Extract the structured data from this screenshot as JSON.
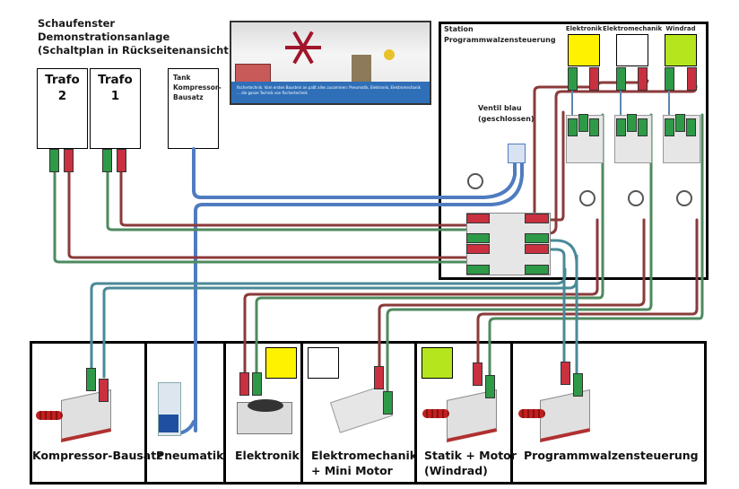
{
  "title": {
    "line1": "Schaufenster Demonstrationsanlage",
    "line2": "(Schaltplan in Rückseitenansicht)"
  },
  "power_supplies": [
    {
      "label": "Trafo",
      "number": "2"
    },
    {
      "label": "Trafo",
      "number": "1"
    }
  ],
  "tank": {
    "line1": "Tank",
    "line2": "Kompressor-",
    "line3": "Bausatz"
  },
  "photo": {
    "banner_text": "fischertechnik. Vom ersten Baustein an paßt alles zusammen: Pneumatik, Elektronik, Elektromechanik ... die ganze Technik von fischertechnik"
  },
  "station": {
    "title_line1": "Station",
    "title_line2": "Programmwalzensteuerung",
    "valve_label_line1": "Ventil blau",
    "valve_label_line2": "(geschlossen)",
    "switches": [
      {
        "label": "Elektronik",
        "color": "#fff200"
      },
      {
        "label": "Elektromechanik",
        "color": "#ffffff"
      },
      {
        "label": "Windrad",
        "color": "#b5e61d"
      }
    ]
  },
  "modules": [
    {
      "label_line1": "Kompressor-Bausatz",
      "label_line2": "",
      "color": null
    },
    {
      "label_line1": "Pneumatik",
      "label_line2": "",
      "color": null
    },
    {
      "label_line1": "Elektronik",
      "label_line2": "",
      "color": "#fff200"
    },
    {
      "label_line1": "Elektromechanik",
      "label_line2": "+ Mini Motor",
      "color": "#ffffff"
    },
    {
      "label_line1": "Statik + Motor",
      "label_line2": "(Windrad)",
      "color": "#b5e61d"
    },
    {
      "label_line1": "Programmwalzensteuerung",
      "label_line2": "",
      "color": null
    }
  ],
  "colors": {
    "wire_red": "#8b3a3a",
    "wire_green": "#4e8a5e",
    "wire_blue_air": "#4f7cc0",
    "wire_teal": "#4a8a98",
    "plug_green": "#2e9a48",
    "plug_red": "#c93040"
  }
}
